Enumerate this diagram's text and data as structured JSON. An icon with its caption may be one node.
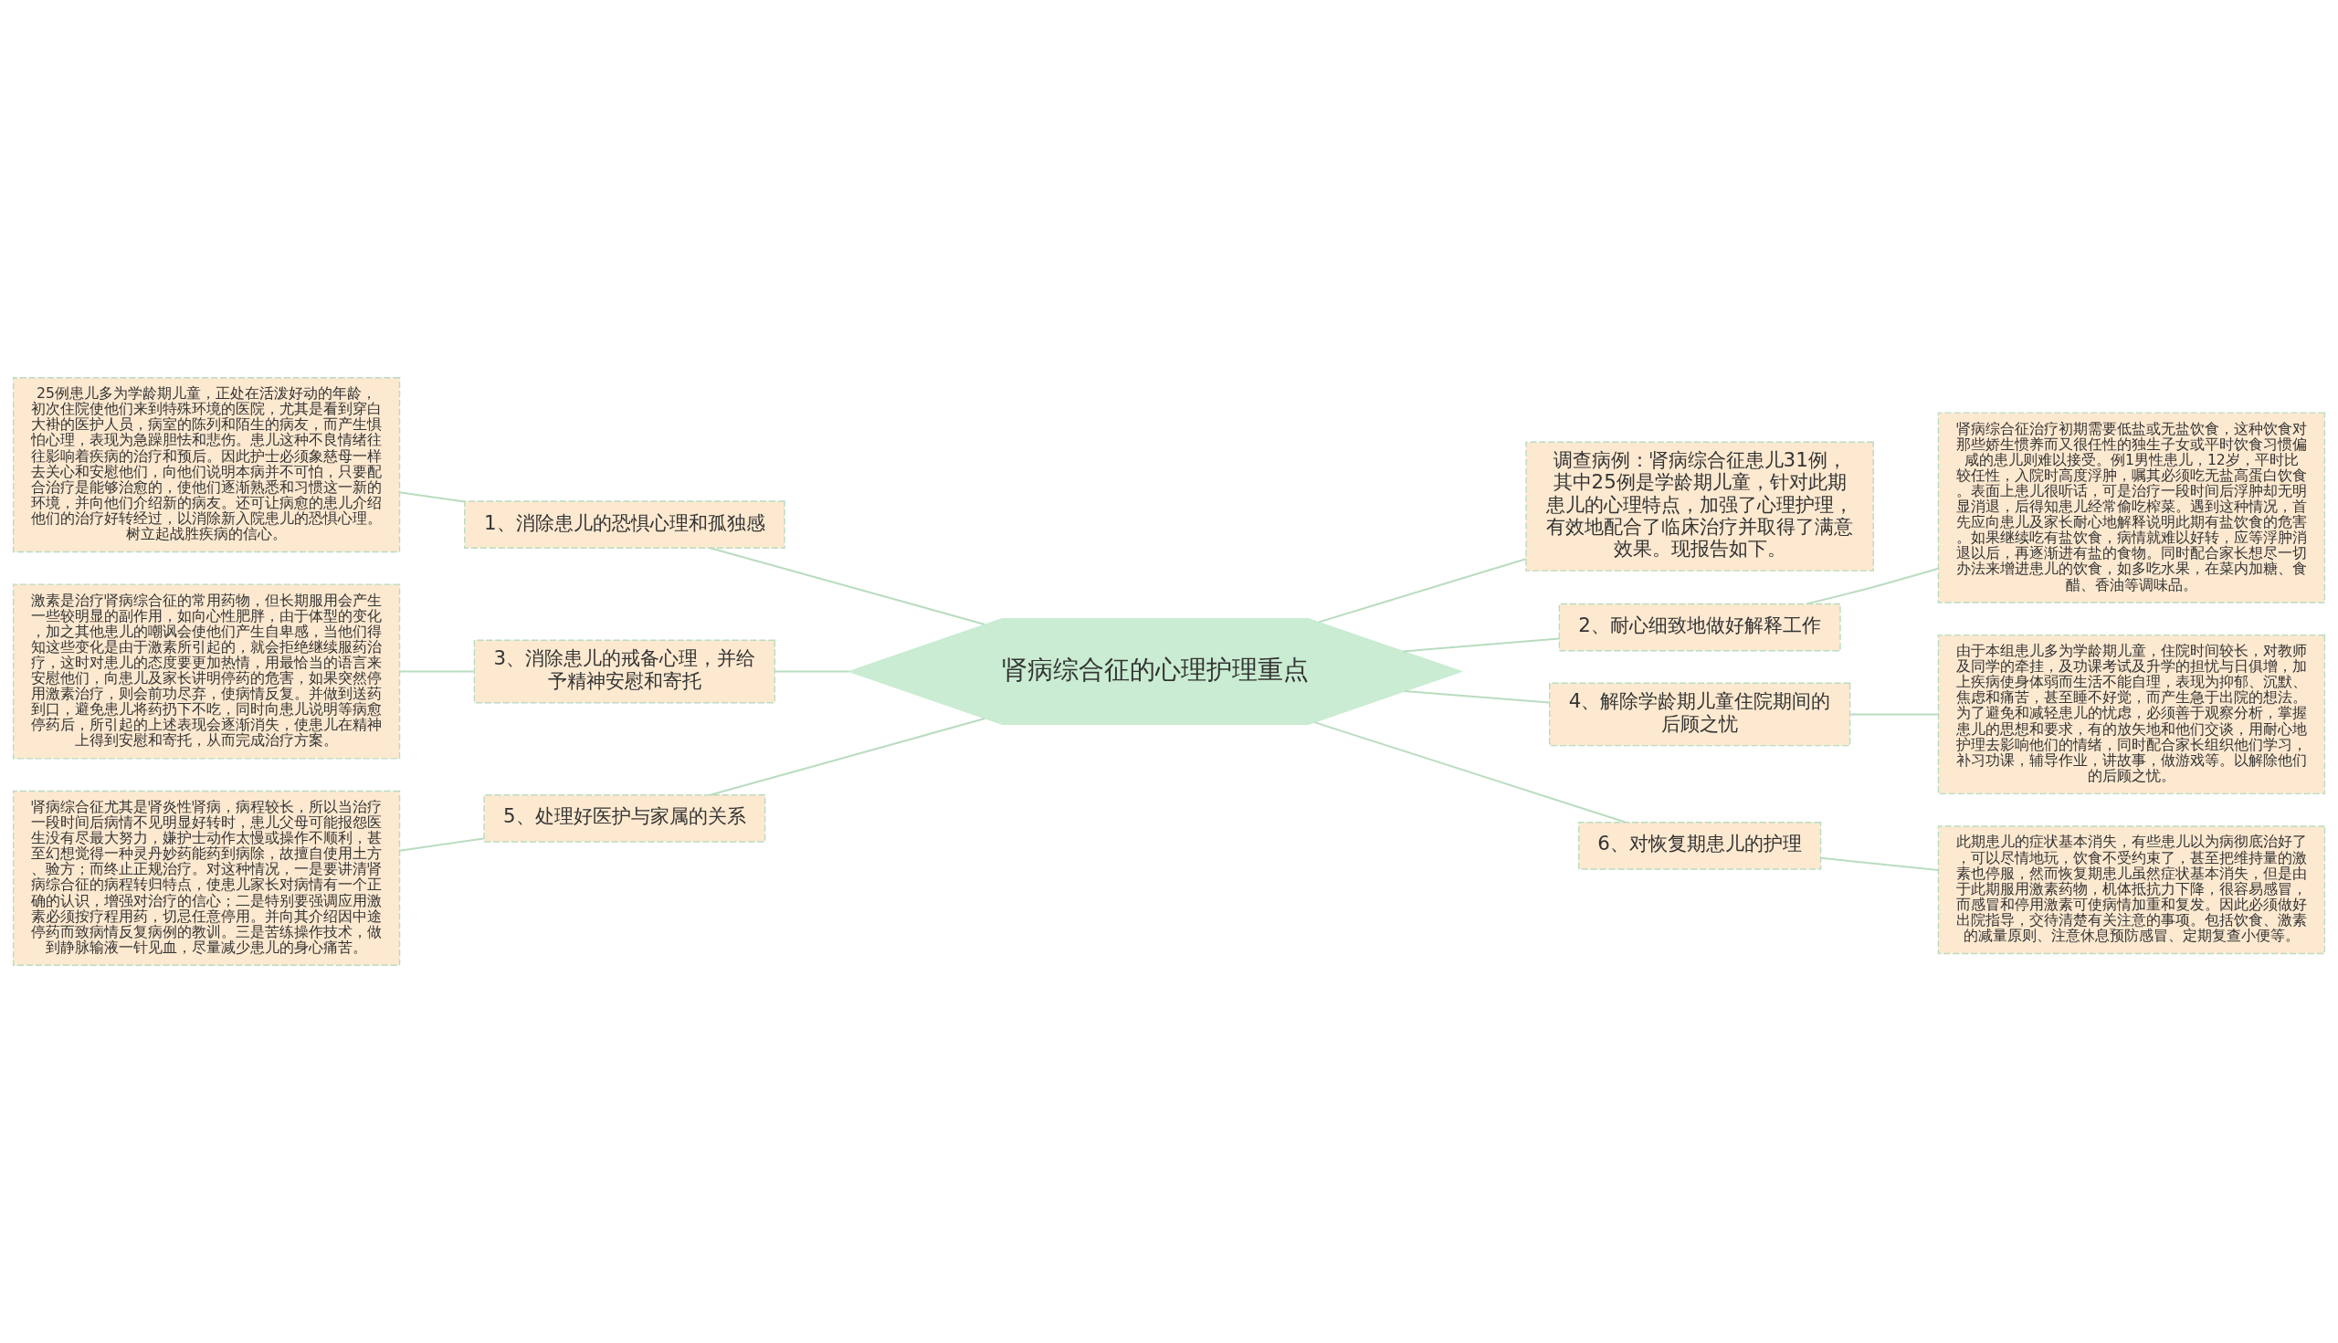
{
  "diagram": {
    "nodes": [
      {
        "text": [
          "肾病综合征的心理护理重点"
        ]
      },
      {
        "text": [
          "1、消除患儿的恐惧心理和孤独感"
        ]
      },
      {
        "text": [
          "25例患儿多为学龄期儿童，正处在活泼好动的年龄，初次住院使他们来到特殊环境的医院，尤其是看到穿白大褂的医护人员，病室的陈列和陌生的病友，而产生惧怕心理，表现为急躁胆怯和悲伤。患儿这种不良情绪往往影响着疾病的治疗和预后。因此护士必须象慈母一样去关心和安慰他们，向他们说明本病并不可怕，只要配合治疗是能够治愈的，使他们逐渐熟悉和习惯这一新的环境，并向他们介绍新的病友。还可让病愈的患儿介绍他们的治疗好转经过，以消除新入院患儿的恐惧心理。树立起战胜疾病的信心。"
        ]
      },
      {
        "text": [
          "3、消除患儿的戒备心理，并给予精神安慰和寄托"
        ]
      },
      {
        "text": [
          "激素是治疗肾病综合征的常用药物，但长期服用会产生一些较明显的副作用，如向心性肥胖，由于体型的变化，加之其他患儿的嘲讽会使他们产生自卑感，当他们得知这些变化是由于激素所引起的，就会拒绝继续服药治疗，这时对患儿的态度要更加热情，用最恰当的语言来安慰他们，向患儿及家长讲明停药的危害，如果突然停用激素治疗，则会前功尽弃，使病情反复。并做到送药到口，避免患儿将药扔下不吃，同时向患儿说明等病愈停药后，所引起的上述表现会逐渐消失，使患儿在精神上得到安慰和寄托，从而完成治疗方案。"
        ]
      },
      {
        "text": [
          "5、处理好医护与家属的关系"
        ]
      },
      {
        "text": [
          "肾病综合征尤其是肾炎性肾病，病程较长，所以当治疗一段时间后病情不见明显好转时，患儿父母可能报怨医生没有尽最大努力，嫌护士动作太慢或操作不顺利，甚至幻想觉得一种灵丹妙药能药到病除，故擅自使用土方、验方；而终止正规治疗。对这种情况，一是要讲清肾病综合征的病程转归特点，使患儿家长对病情有一个正确的认识，增强对治疗的信心；二是特别要强调应用激素必须按疗程用药，切忌任意停用。并向其介绍因中途停药而致病情反复病例的教训。三是苦练操作技术，做到静脉输液一针见血，尽量减少患儿的身心痛苦。"
        ]
      },
      {
        "text": [
          "调查病例：肾病综合征患儿31例，其中25例是学龄期儿童，针对此期患儿的心理特点，加强了心理护理，有效地配合了临床治疗并取得了满意效果。现报告如下。"
        ]
      },
      {
        "text": [
          "2、耐心细致地做好解释工作"
        ]
      },
      {
        "text": [
          "肾病综合征治疗初期需要低盐或无盐饮食，这种饮食对那些娇生惯养而又很任性的独生子女或平时饮食习惯偏咸的患儿则难以接受。例1男性患儿，12岁，平时比较任性，入院时高度浮肿，嘱其必须吃无盐高蛋白饮食。表面上患儿很听话，可是治疗一段时间后浮肿却无明显消退，后得知患儿经常偷吃榨菜。遇到这种情况，首先应向患儿及家长耐心地解释说明此期有盐饮食的危害。如果继续吃有盐饮食，病情就难以好转，应等浮肿消退以后，再逐渐进有盐的食物。同时配合家长想尽一切办法来增进患儿的饮食，如多吃水果，在菜内加糖、食醋、香油等调味品。"
        ]
      },
      {
        "text": [
          "4、解除学龄期儿童住院期间的后顾之忧"
        ]
      },
      {
        "text": [
          "由于本组患儿多为学龄期儿童，住院时间较长，对教师及同学的牵挂，及功课考试及升学的担忧与日俱增，加上疾病使身体弱而生活不能自理，表现为抑郁、沉默、焦虑和痛苦，甚至睡不好觉，而产生急于出院的想法。为了避免和减轻患儿的忧虑，必须善于观察分析，掌握患儿的思想和要求，有的放矢地和他们交谈，用耐心地护理去影响他们的情绪，同时配合家长组织他们学习，补习功课，辅导作业，讲故事，做游戏等。以解除他们的后顾之忧。"
        ]
      },
      {
        "text": [
          "6、对恢复期患儿的护理"
        ]
      },
      {
        "text": [
          "此期患儿的症状基本消失，有些患儿以为病彻底治好了，可以尽情地玩，饮食不受约束了，甚至把维持量的激素也停服，然而恢复期患儿虽然症状基本消失，但是由于此期服用激素药物，机体抵抗力下降，很容易感冒，而感冒和停用激素可使病情加重和复发。因此必须做好出院指导，交待清楚有关注意的事项。包括饮食、激素的减量原则、注意休息预防感冒、定期复查小便等。"
        ]
      }
    ],
    "edges": [
      {
        "from": 0,
        "to": 1,
        "arrow": "none"
      },
      {
        "from": 1,
        "to": 2,
        "arrow": "none"
      },
      {
        "from": 0,
        "to": 3,
        "arrow": "none"
      },
      {
        "from": 3,
        "to": 4,
        "arrow": "none"
      },
      {
        "from": 0,
        "to": 5,
        "arrow": "none"
      },
      {
        "from": 5,
        "to": 6,
        "arrow": "none"
      },
      {
        "from": 0,
        "to": 7,
        "arrow": "none"
      },
      {
        "from": 0,
        "to": 8,
        "arrow": "none"
      },
      {
        "from": 8,
        "to": 9,
        "arrow": "none"
      },
      {
        "from": 0,
        "to": 10,
        "arrow": "none"
      },
      {
        "from": 10,
        "to": 11,
        "arrow": "none"
      },
      {
        "from": 0,
        "to": 12,
        "arrow": "none"
      },
      {
        "from": 12,
        "to": 13,
        "arrow": "none"
      }
    ]
  }
}
